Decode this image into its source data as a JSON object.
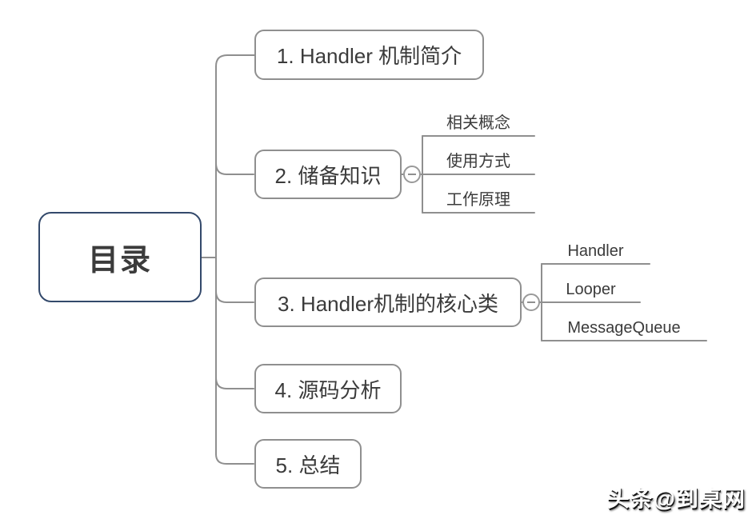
{
  "diagram": {
    "type": "mindmap",
    "root": {
      "label": "目录"
    },
    "branches": [
      {
        "label": "1. Handler 机制简介",
        "children": []
      },
      {
        "label": "2. 储备知识",
        "collapse_icon": "minus",
        "children": [
          "相关概念",
          "使用方式",
          "工作原理"
        ]
      },
      {
        "label": "3. Handler机制的核心类",
        "collapse_icon": "minus",
        "children": [
          "Handler",
          "Looper",
          "MessageQueue"
        ]
      },
      {
        "label": "4. 源码分析",
        "children": []
      },
      {
        "label": "5. 总结",
        "children": []
      }
    ],
    "colors": {
      "root_border": "#33496b",
      "branch_border": "#8f8f8f",
      "connector_line": "#8f8f8f",
      "text": "#3b3b3b",
      "background": "#ffffff"
    }
  },
  "watermark": {
    "label": "头条@到桌网"
  }
}
